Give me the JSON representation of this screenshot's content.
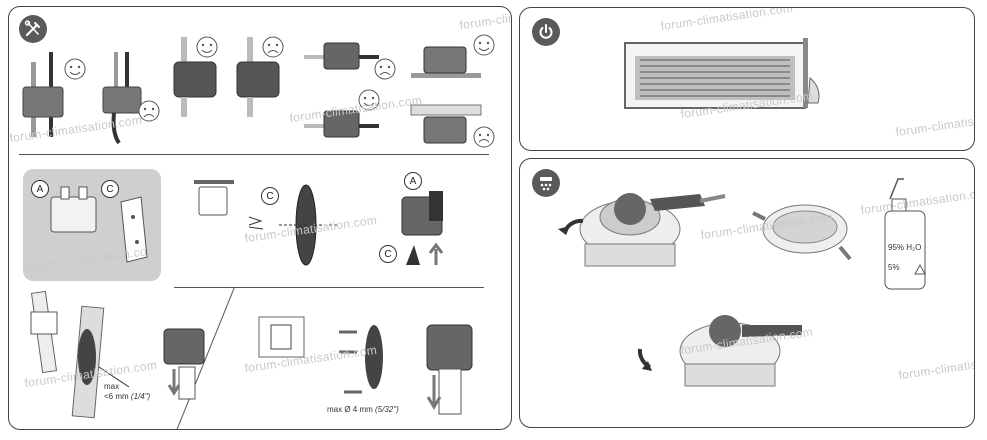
{
  "watermark": "forum-climatisation.com",
  "labels": {
    "part_a": "A",
    "part_c": "C",
    "max_gap": "max",
    "max_gap_value": "<6 mm",
    "max_gap_inch": "(1/4\")",
    "max_screw": "max Ø 4 mm",
    "max_screw_inch": "(5/32\")",
    "bottle_line1": "95% H₂O",
    "bottle_line2": "5%"
  },
  "icons": {
    "tools": "tools-icon",
    "power": "power-icon",
    "cleaning": "cleaning-icon"
  },
  "colors": {
    "badge": "#5a5a5a",
    "pump_body": "#6f6f6f",
    "pump_top": "#4a4a4a",
    "gray_box": "#cfcfcf"
  }
}
